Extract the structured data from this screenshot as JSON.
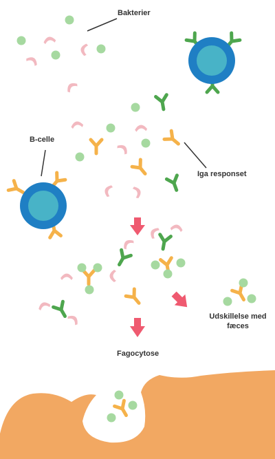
{
  "labels": {
    "bakterier": "Bakterier",
    "b_celle": "B-celle",
    "iga_responset": "Iga responset",
    "udskillelse": "Udskillelse med fæces",
    "fagocytose": "Fagocytose"
  },
  "icons": [
    "b-cell-icon",
    "antibody-icon",
    "bacterium-rod-icon",
    "bacterium-coccus-icon",
    "arrow-icon",
    "macrophage-icon"
  ],
  "colors": {
    "cell_outer": "#1f7fc4",
    "cell_inner": "#48b3c7",
    "antibody_green": "#4ea64e",
    "antibody_orange": "#f5b24a",
    "bacterium_rod": "#f2b9c0",
    "bacterium_coccus": "#a6d9a0",
    "arrow": "#ef5a70",
    "macrophage": "#f2a862",
    "text": "#333333"
  }
}
